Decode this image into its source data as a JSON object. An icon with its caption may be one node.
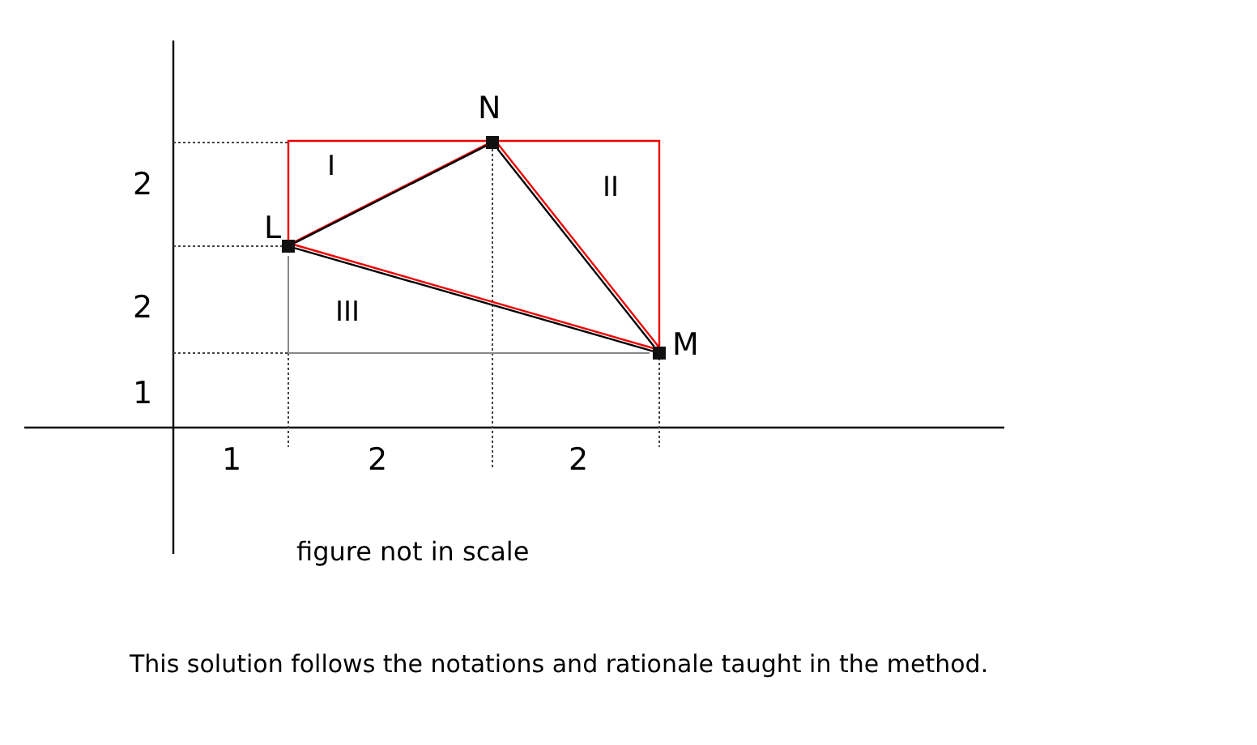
{
  "diagram": {
    "caption": "This solution follows the notations and rationale taught in the method.",
    "nodes": [
      {
        "text": [],
        "shape": "box",
        "beside": [
          "L"
        ]
      },
      {
        "text": [],
        "shape": "box",
        "beside": [
          "N"
        ]
      },
      {
        "text": [],
        "shape": "box",
        "beside": [
          "M"
        ]
      }
    ],
    "edges": [
      {
        "from": 0,
        "to": 1,
        "arrow": "none"
      },
      {
        "from": 1,
        "to": 2,
        "arrow": "none"
      },
      {
        "from": 2,
        "to": 0,
        "arrow": "none"
      }
    ],
    "labels": [
      "2",
      "2",
      "1",
      "1",
      "2",
      "2",
      "I",
      "II",
      "III",
      "figure not in scale"
    ]
  }
}
